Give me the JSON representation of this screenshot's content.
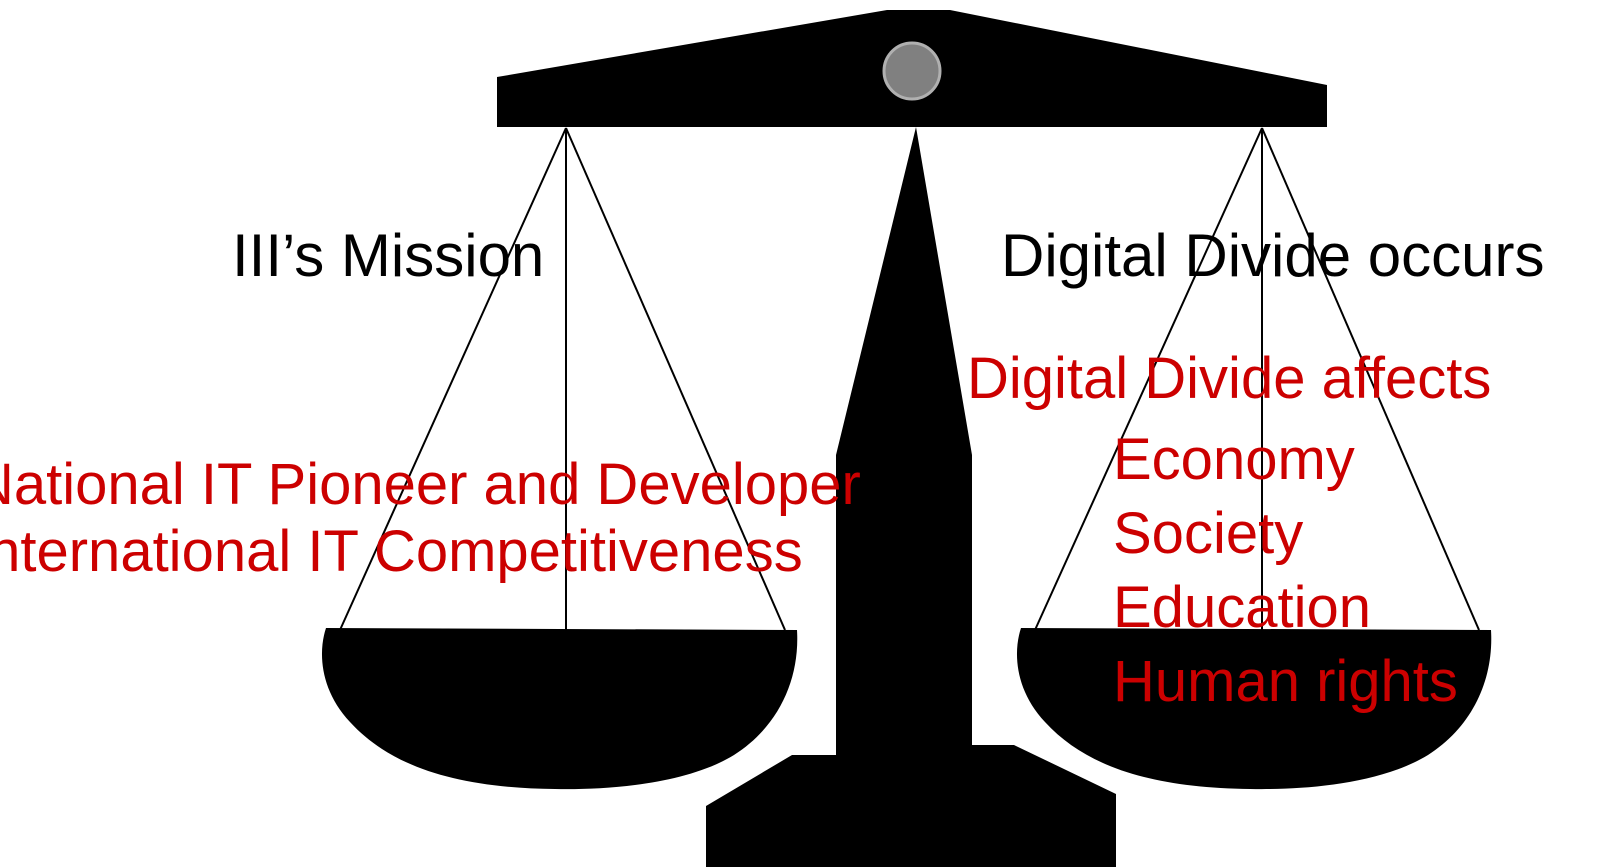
{
  "colors": {
    "scale": "#000000",
    "pivot": "#808080",
    "pivot_stroke": "#b0b0b0",
    "heading_text": "#000000",
    "detail_text": "#cc0000"
  },
  "left_pan": {
    "heading": "III’s Mission",
    "items": [
      "National IT Pioneer and Developer",
      "International IT Competitiveness"
    ]
  },
  "right_pan": {
    "heading": "Digital Divide occurs",
    "affects_label": "Digital Divide affects",
    "items": [
      "Economy",
      "Society",
      "Education",
      "Human rights"
    ]
  }
}
